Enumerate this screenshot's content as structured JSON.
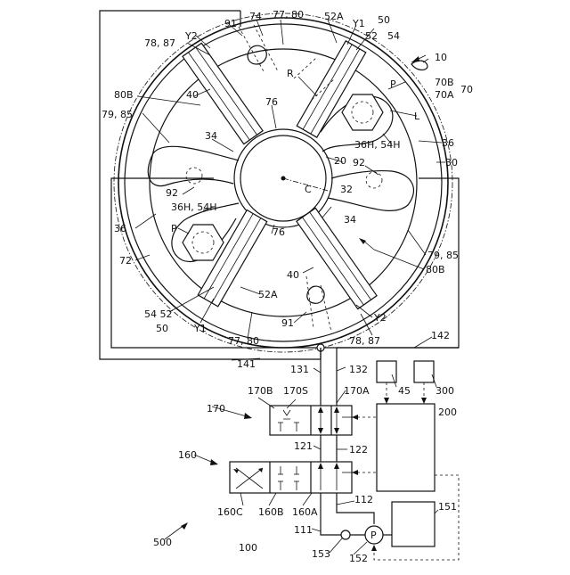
{
  "labels": {
    "l10": "10",
    "l91a": "91",
    "l74": "74",
    "l7780a": "77, 80",
    "l52Aa": "52A",
    "lY1a": "Y1",
    "l50a": "50",
    "l52": "52",
    "l54": "54",
    "l7887a": "78, 87",
    "lY2a": "Y2",
    "l70B": "70B",
    "l70A": "70A",
    "l70": "70",
    "lR": "R",
    "lP1": "P",
    "lL": "L",
    "l80Ba": "80B",
    "l40a": "40",
    "l76a": "76",
    "l7985a": "79, 85",
    "l34a": "34",
    "l36H54Ha": "36H, 54H",
    "l36a": "36",
    "l20": "20",
    "l92a": "92",
    "l30": "30",
    "lC": "C",
    "l32": "32",
    "l92b": "92",
    "l36H54Hb": "36H, 54H",
    "l36b": "36",
    "lP2": "P",
    "l34b": "34",
    "l76b": "76",
    "l72": "72",
    "l7985b": "79, 85",
    "l80Bb": "80B",
    "l40b": "40",
    "l52Ab": "52A",
    "l54b52b": "54  52",
    "l50b": "50",
    "lY1b": "Y1",
    "l91b": "91",
    "lY2b": "Y2",
    "l7780b": "77, 80",
    "l7887b": "78, 87",
    "l142": "142",
    "l141": "141",
    "l131": "131",
    "l132": "132",
    "l45": "45",
    "l300": "300",
    "l170B": "170B",
    "l170S": "170S",
    "l170A": "170A",
    "l200": "200",
    "l170": "170",
    "l121": "121",
    "l122": "122",
    "l160": "160",
    "l160C": "160C",
    "l160B": "160B",
    "l160A": "160A",
    "l112": "112",
    "l151": "151",
    "l111": "111",
    "l500": "500",
    "l100": "100",
    "l153": "153",
    "l152": "152",
    "lPump": "P"
  }
}
